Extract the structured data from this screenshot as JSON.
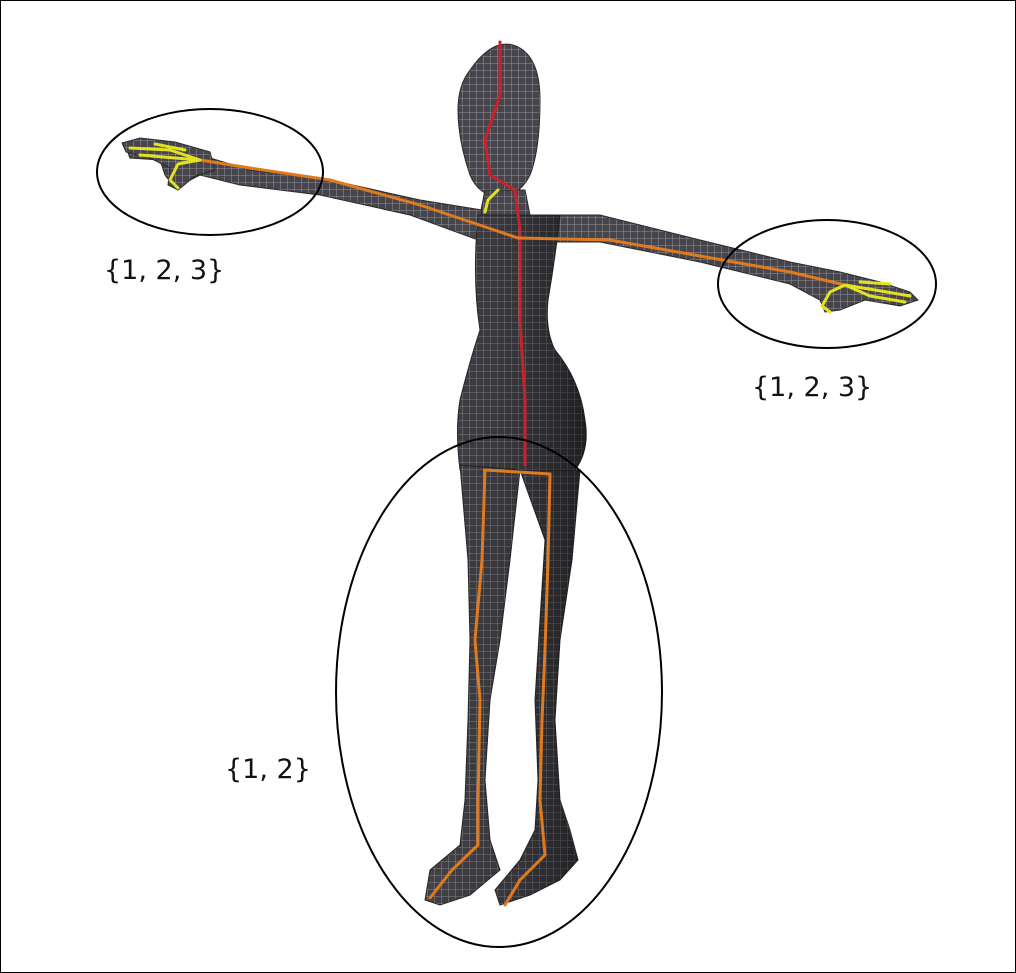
{
  "colors": {
    "mesh_fill": "#3a3a3e",
    "mesh_light": "#9a9aa2",
    "spine_skeleton": "#c8232c",
    "limb_skeleton": "#e07a1e",
    "hand_skeleton": "#e2e21e",
    "ellipse_stroke": "#000000"
  },
  "annotations": [
    {
      "id": "left-arm",
      "label": "{1, 2, 3}"
    },
    {
      "id": "right-arm",
      "label": "{1, 2, 3}"
    },
    {
      "id": "legs",
      "label": "{1, 2}"
    }
  ]
}
